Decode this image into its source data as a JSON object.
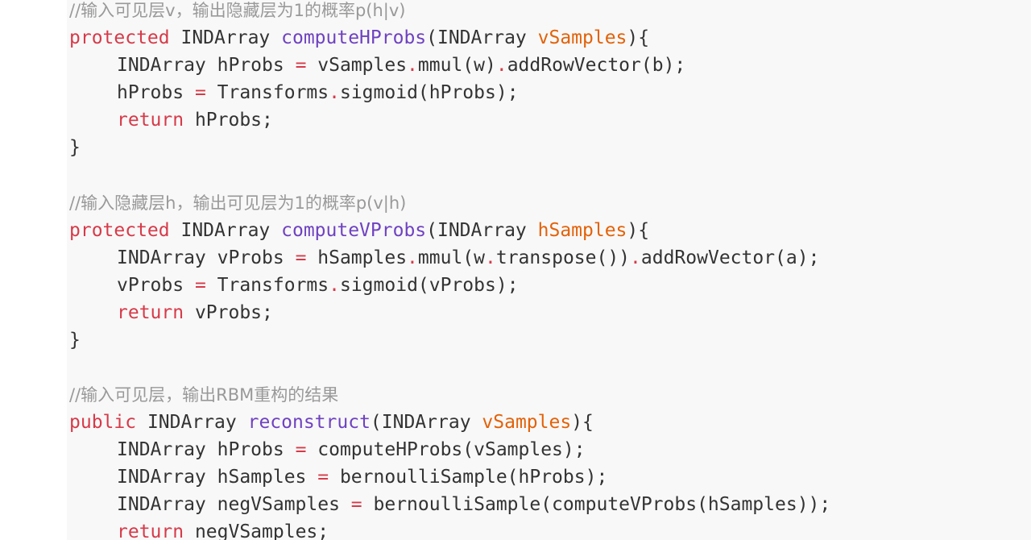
{
  "colors": {
    "background": "#ffffff",
    "code_background": "#f8f8f8",
    "plain_text": "#333333",
    "comment": "#999999",
    "keyword": "#d73a49",
    "function_name": "#6f42c1",
    "parameter": "#e36209"
  },
  "code": {
    "block1": {
      "comment": "//输入可见层v，输出隐藏层为1的概率p(h|v)",
      "sig_kw": "protected",
      "sig_type": "INDArray",
      "sig_fn": "computeHProbs",
      "sig_open": "(INDArray ",
      "sig_param": "vSamples",
      "sig_close": "){",
      "l1_a": "INDArray hProbs ",
      "l1_eq": "=",
      "l1_b": " vSamples",
      "l1_dot": ".",
      "l1_c": "mmul(w)",
      "l1_dot2": ".",
      "l1_d": "addRowVector(b);",
      "l2_a": "hProbs ",
      "l2_eq": "=",
      "l2_b": " Transforms",
      "l2_dot": ".",
      "l2_c": "sigmoid(hProbs);",
      "l3_kw": "return",
      "l3_rest": " hProbs;",
      "close": "}"
    },
    "block2": {
      "comment": "//输入隐藏层h，输出可见层为1的概率p(v|h)",
      "sig_kw": "protected",
      "sig_type": "INDArray",
      "sig_fn": "computeVProbs",
      "sig_open": "(INDArray ",
      "sig_param": "hSamples",
      "sig_close": "){",
      "l1_a": "INDArray vProbs ",
      "l1_eq": "=",
      "l1_b": " hSamples",
      "l1_dot": ".",
      "l1_c": "mmul(w",
      "l1_dot2": ".",
      "l1_d": "transpose())",
      "l1_dot3": ".",
      "l1_e": "addRowVector(a);",
      "l2_a": "vProbs ",
      "l2_eq": "=",
      "l2_b": " Transforms",
      "l2_dot": ".",
      "l2_c": "sigmoid(vProbs);",
      "l3_kw": "return",
      "l3_rest": " vProbs;",
      "close": "}"
    },
    "block3": {
      "comment": "//输入可见层，输出RBM重构的结果",
      "sig_kw": "public",
      "sig_type": "INDArray",
      "sig_fn": "reconstruct",
      "sig_open": "(INDArray ",
      "sig_param": "vSamples",
      "sig_close": "){",
      "l1_a": "INDArray hProbs ",
      "l1_eq": "=",
      "l1_b": " computeHProbs(vSamples);",
      "l2_a": "INDArray hSamples ",
      "l2_eq": "=",
      "l2_b": " bernoulliSample(hProbs);",
      "l3_a": "INDArray negVSamples ",
      "l3_eq": "=",
      "l3_b": " bernoulliSample(computeVProbs(hSamples));",
      "l4_kw": "return",
      "l4_rest": " negVSamples;"
    }
  }
}
